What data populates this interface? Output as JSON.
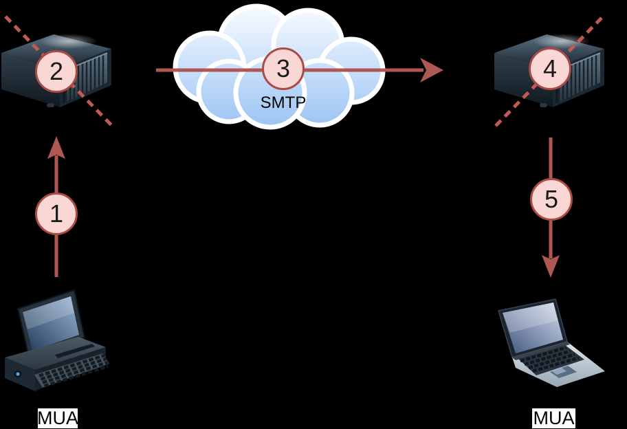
{
  "background_color": "#000000",
  "diagram": {
    "description": "Email delivery flow through SMTP between MUA clients and mail servers",
    "badges": {
      "b1": "1",
      "b2": "2",
      "b3": "3",
      "b4": "4",
      "b5": "5"
    },
    "labels": {
      "smtp": "SMTP",
      "mua_left": "MUA",
      "mua_right": "MUA"
    },
    "icons": {
      "left_client": "desktop-computer-icon",
      "left_server": "rack-server-icon",
      "network": "cloud-icon",
      "right_server": "rack-server-icon",
      "right_client": "laptop-icon"
    },
    "colors": {
      "arrow": "#ae5753",
      "dashed_line": "#c05a52",
      "badge_fill": "#f8d7d4",
      "badge_border": "#ab4a44",
      "cloud_top": "#fbfdff",
      "cloud_bottom": "#94c0f3",
      "cloud_outline": "#ffffff",
      "label_bg": "#ffffff",
      "label_text": "#000000"
    }
  }
}
